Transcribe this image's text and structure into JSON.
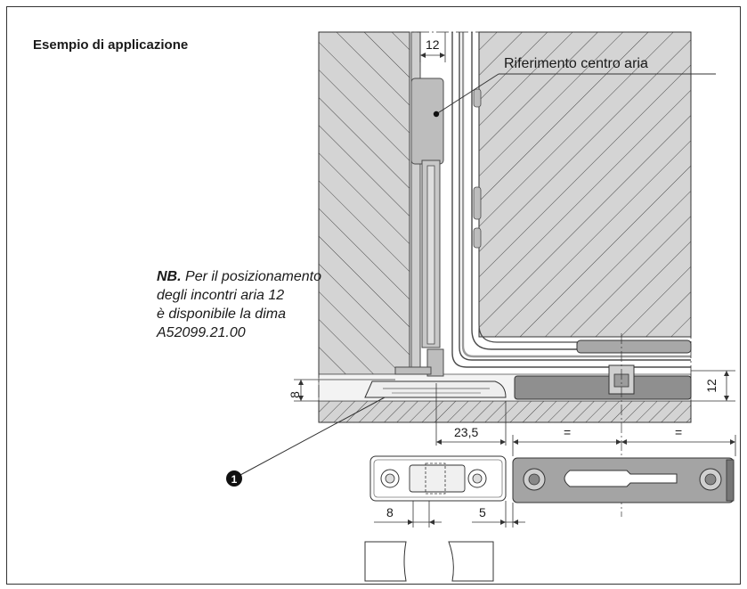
{
  "heading": "Esempio di applicazione",
  "note": {
    "bold": "NB.",
    "line1": "Per il posizionamento",
    "line2": "degli incontri aria 12",
    "line3": "è disponibile la dima",
    "line4": "A52099.21.00"
  },
  "callout": "Riferimento centro aria",
  "marker": "1",
  "dimensions": {
    "air_gap_top": "12",
    "left_height": "8",
    "right_height": "12",
    "offset": "23,5",
    "equal_left": "=",
    "equal_right": "=",
    "hole_offset": "8",
    "edge_offset": "5"
  }
}
